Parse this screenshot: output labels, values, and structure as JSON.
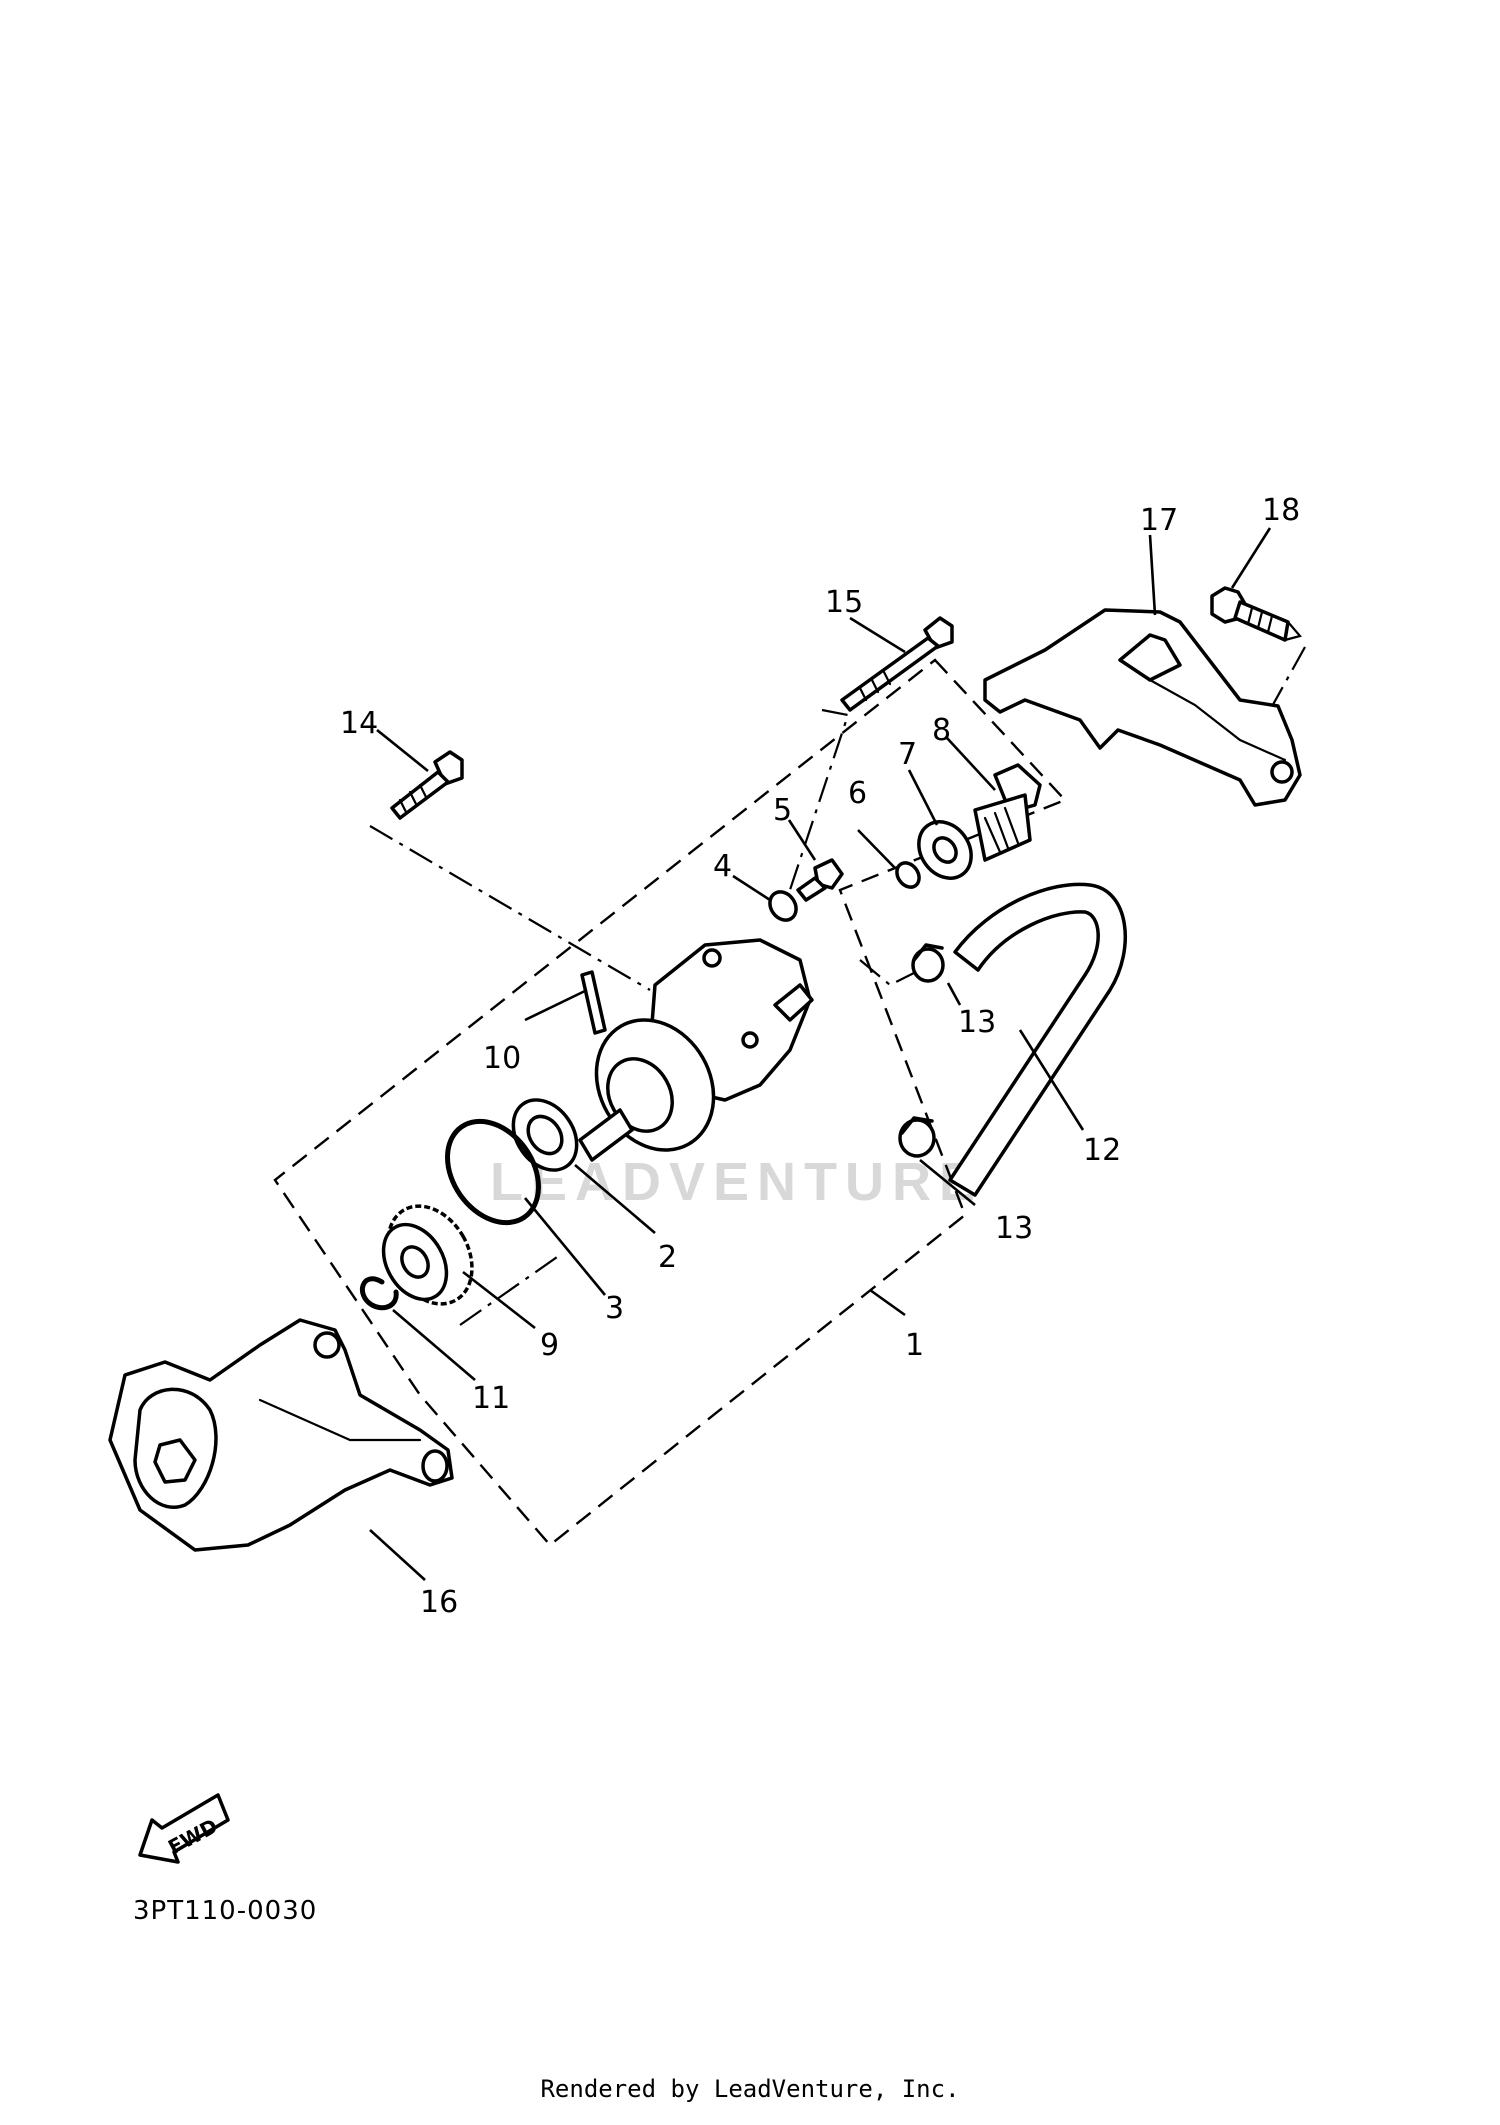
{
  "diagram": {
    "code": "3PT110-0030",
    "footer": "Rendered by LeadVenture, Inc.",
    "watermark": "LEADVENTURE",
    "fwd_label": "FWD",
    "callouts": [
      "1",
      "2",
      "3",
      "4",
      "5",
      "6",
      "7",
      "8",
      "9",
      "10",
      "11",
      "12",
      "13",
      "13",
      "14",
      "15",
      "16",
      "17",
      "18"
    ]
  }
}
